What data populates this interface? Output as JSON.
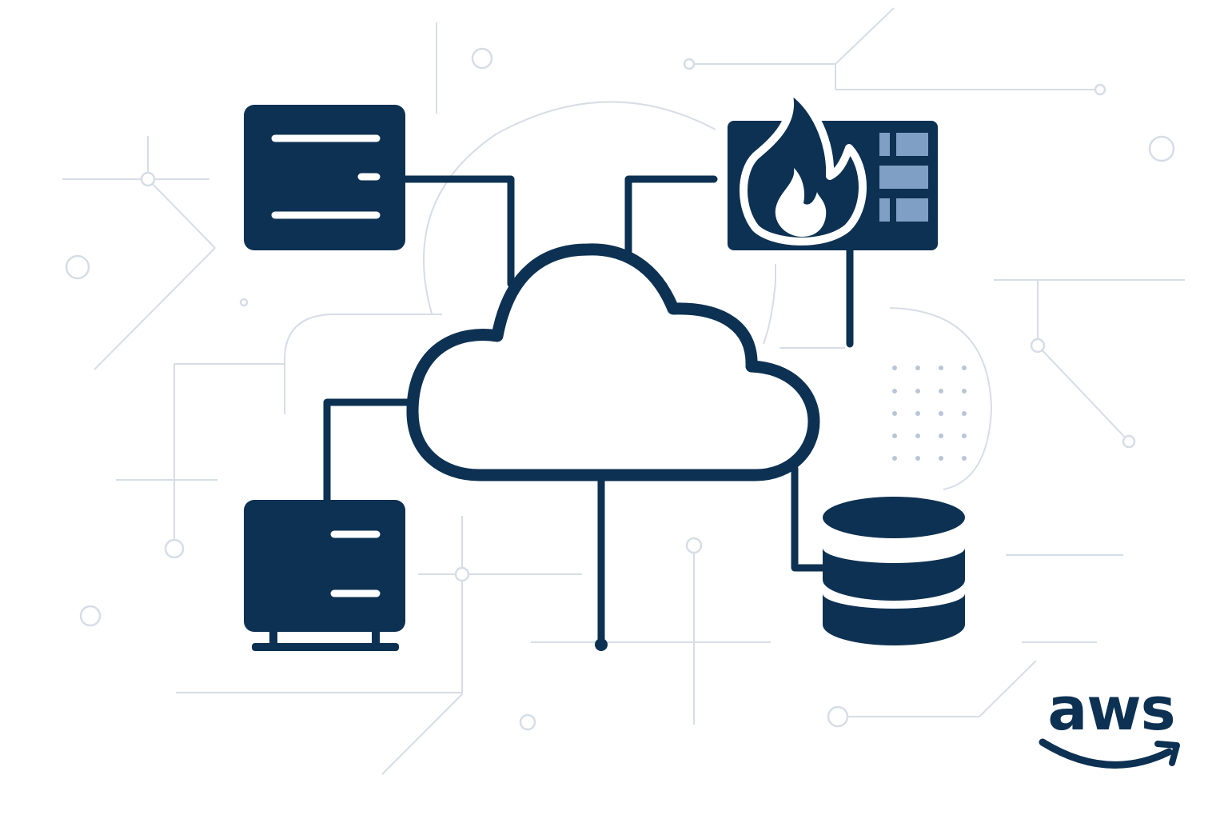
{
  "diagram": {
    "palette": {
      "primary": "#0d3152",
      "accent_panel": "#7f9fc4",
      "background_lines": "#d6dde6",
      "background": "#ffffff"
    },
    "nodes": [
      {
        "id": "cloud",
        "icon": "cloud-icon"
      },
      {
        "id": "server-top-left",
        "icon": "server-icon"
      },
      {
        "id": "server-bottom-left",
        "icon": "server-rack-icon"
      },
      {
        "id": "firewall",
        "icon": "firewall-flame-icon"
      },
      {
        "id": "database",
        "icon": "database-icon"
      }
    ],
    "connections": [
      {
        "from": "cloud",
        "to": "server-top-left"
      },
      {
        "from": "cloud",
        "to": "server-bottom-left"
      },
      {
        "from": "cloud",
        "to": "firewall"
      },
      {
        "from": "cloud",
        "to": "database"
      },
      {
        "from": "cloud",
        "to": "endpoint-bottom"
      }
    ],
    "logo": {
      "text": "aws",
      "icon": "aws-logo-icon"
    }
  }
}
